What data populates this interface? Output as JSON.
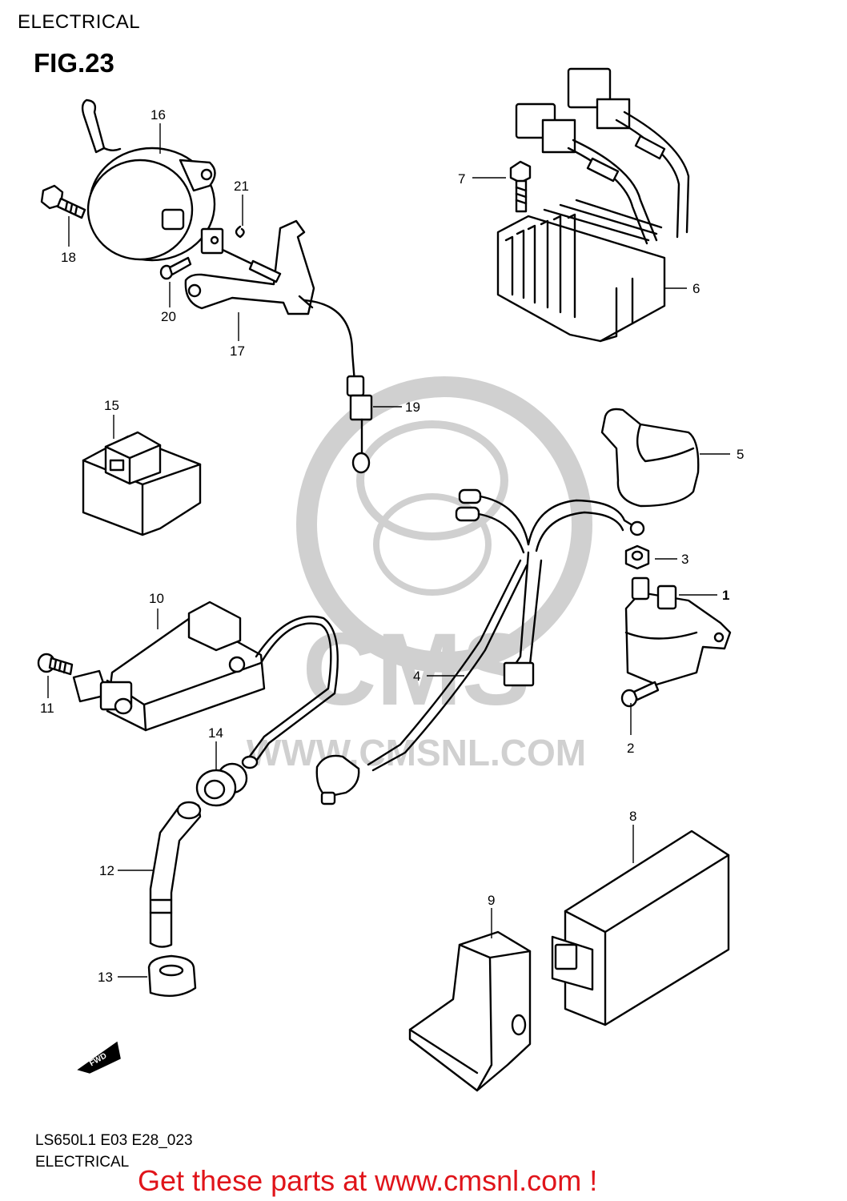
{
  "header": {
    "section": "ELECTRICAL",
    "figure": "FIG.23"
  },
  "footer": {
    "model_code": "LS650L1 E03 E28_023",
    "section": "ELECTRICAL",
    "promo": "Get these parts at www.cmsnl.com !"
  },
  "watermark": {
    "brand": "CMS",
    "url": "WWW.CMSNL.COM"
  },
  "direction_badge": "FWD",
  "parts": [
    {
      "number": "1"
    },
    {
      "number": "2"
    },
    {
      "number": "3"
    },
    {
      "number": "4"
    },
    {
      "number": "5"
    },
    {
      "number": "6"
    },
    {
      "number": "7"
    },
    {
      "number": "8"
    },
    {
      "number": "9"
    },
    {
      "number": "10"
    },
    {
      "number": "11"
    },
    {
      "number": "12"
    },
    {
      "number": "13"
    },
    {
      "number": "14"
    },
    {
      "number": "15"
    },
    {
      "number": "16"
    },
    {
      "number": "17"
    },
    {
      "number": "18"
    },
    {
      "number": "19"
    },
    {
      "number": "20"
    },
    {
      "number": "21"
    }
  ],
  "colors": {
    "promo": "#e0141a",
    "watermark": "#c8c8c8",
    "line": "#000000"
  }
}
